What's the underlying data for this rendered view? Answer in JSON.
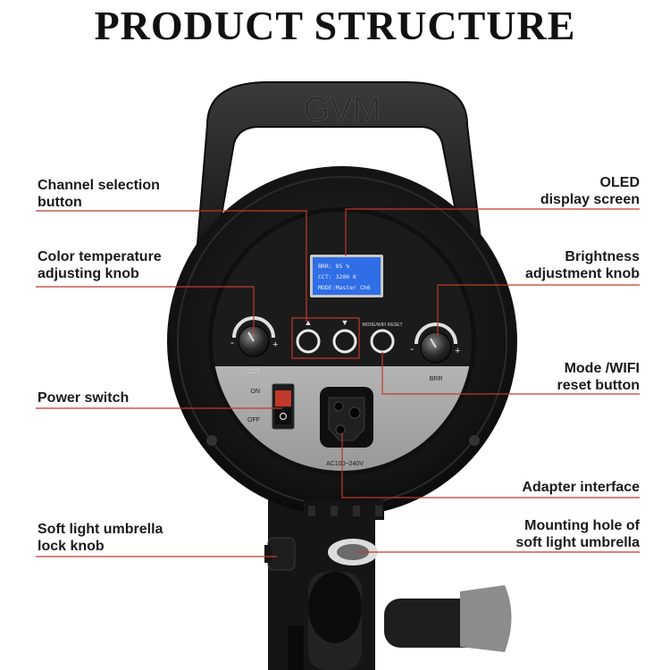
{
  "title": "PRODUCT STRUCTURE",
  "brand_logo": "GVM",
  "device": {
    "oled_lines": [
      "BRR:   85 %",
      "CCT:  3200 K",
      "MODE:Master Ch6"
    ],
    "cct_knob_label": "CCT",
    "brr_knob_label": "BRR",
    "mode_button_label": "MODE/WIFI RESET",
    "power_on": "ON",
    "power_off": "OFF",
    "voltage_label": "AC100~240V",
    "channel_up_symbol": "▲",
    "channel_down_symbol": "▼"
  },
  "callouts": {
    "channel_selection": [
      "Channel selection",
      "button"
    ],
    "oled_display": [
      "OLED",
      "display screen"
    ],
    "color_temperature": [
      "Color temperature",
      "adjusting knob"
    ],
    "brightness": [
      "Brightness",
      "adjustment knob"
    ],
    "mode_wifi": [
      "Mode /WIFI",
      "reset button"
    ],
    "power_switch": [
      "Power switch"
    ],
    "adapter": [
      "Adapter interface"
    ],
    "umbrella_lock": [
      "Soft light umbrella",
      "lock knob"
    ],
    "mounting_hole": [
      "Mounting hole of",
      "soft light umbrella"
    ]
  },
  "colors": {
    "leader_line": "#c0392b",
    "body_dark": "#161616",
    "panel_grey": "#a9a9a9",
    "oled_blue": "#2f6ee6"
  }
}
